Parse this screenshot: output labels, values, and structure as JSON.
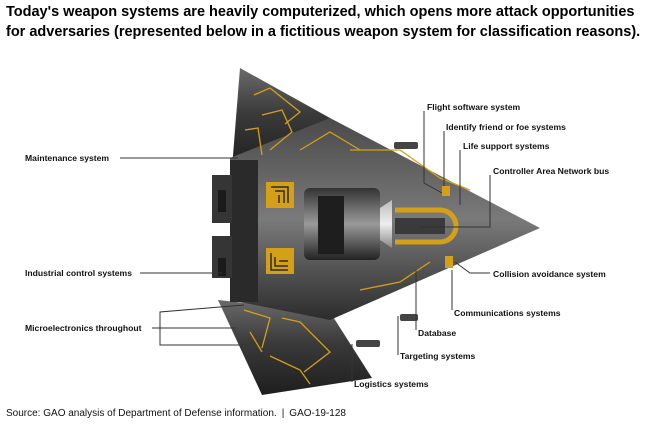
{
  "title": "Today's weapon systems are heavily computerized, which opens more attack opportunities for adversaries (represented below in a fictitious weapon system for classification reasons).",
  "labels": {
    "flight_software": "Flight software system",
    "identify_friend_foe": "Identify friend or foe systems",
    "life_support": "Life support systems",
    "can_bus": "Controller Area Network bus",
    "maintenance": "Maintenance system",
    "industrial_control": "Industrial control systems",
    "microelectronics": "Microelectronics throughout",
    "collision_avoidance": "Collision avoidance system",
    "communications": "Communications systems",
    "database": "Database",
    "targeting": "Targeting systems",
    "logistics": "Logistics systems"
  },
  "source": {
    "text": "Source: GAO analysis of Department of Defense information.",
    "separator": "|",
    "report_id": "GAO-19-128"
  },
  "colors": {
    "hull_dark": "#2b2b2b",
    "hull_mid": "#555555",
    "circuit_gold": "#d4a017",
    "leader_line": "#333333"
  }
}
